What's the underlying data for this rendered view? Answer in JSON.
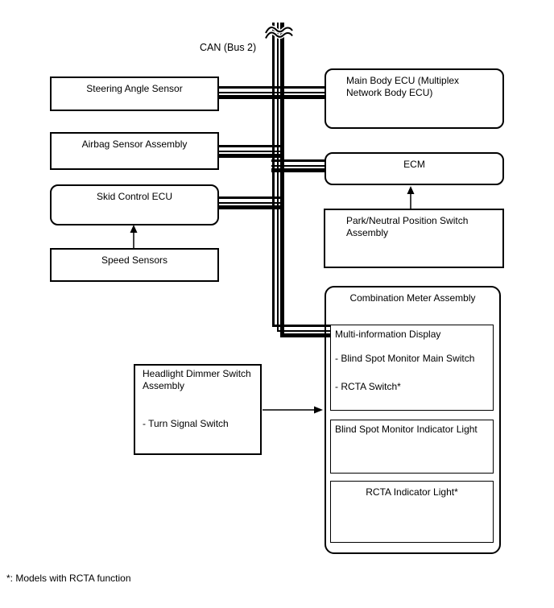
{
  "bus": {
    "label": "CAN (Bus 2)"
  },
  "footnote": "*: Models with RCTA function",
  "nodes": {
    "steering_angle_sensor": "Steering Angle Sensor",
    "airbag_sensor_assembly": "Airbag Sensor Assembly",
    "skid_control_ecu": "Skid Control ECU",
    "speed_sensors": "Speed Sensors",
    "main_body_ecu": "Main Body ECU (Multiplex Network Body ECU)",
    "ecm": "ECM",
    "park_neutral_position_switch_assembly": "Park/Neutral Position Switch Assembly",
    "combination_meter_assembly": "Combination Meter Assembly",
    "multi_information_display": {
      "title": "Multi-information Display",
      "items": [
        "- Blind Spot Monitor Main Switch",
        "- RCTA Switch*"
      ]
    },
    "blind_spot_monitor_indicator_light": "Blind Spot Monitor Indicator Light",
    "rcta_indicator_light": "RCTA Indicator Light*",
    "headlight_dimmer_switch_assembly": {
      "title": "Headlight Dimmer Switch Assembly",
      "items": [
        "- Turn Signal Switch"
      ]
    }
  },
  "connections": [
    {
      "from": "steering_angle_sensor",
      "to": "main_body_ecu",
      "via": "can_bus",
      "type": "bus-bundle"
    },
    {
      "from": "airbag_sensor_assembly",
      "to": "can_bus",
      "type": "bus-bundle"
    },
    {
      "from": "can_bus",
      "to": "ecm",
      "type": "bus-bundle"
    },
    {
      "from": "skid_control_ecu",
      "to": "can_bus",
      "type": "bus-bundle"
    },
    {
      "from": "can_bus",
      "to": "multi_information_display",
      "type": "bus-bundle"
    },
    {
      "from": "speed_sensors",
      "to": "skid_control_ecu",
      "type": "arrow"
    },
    {
      "from": "park_neutral_position_switch_assembly",
      "to": "ecm",
      "type": "arrow"
    },
    {
      "from": "headlight_dimmer_switch_assembly",
      "to": "combination_meter_assembly",
      "type": "arrow"
    }
  ],
  "colors": {
    "line": "#000000",
    "background": "#ffffff",
    "text": "#000000"
  }
}
